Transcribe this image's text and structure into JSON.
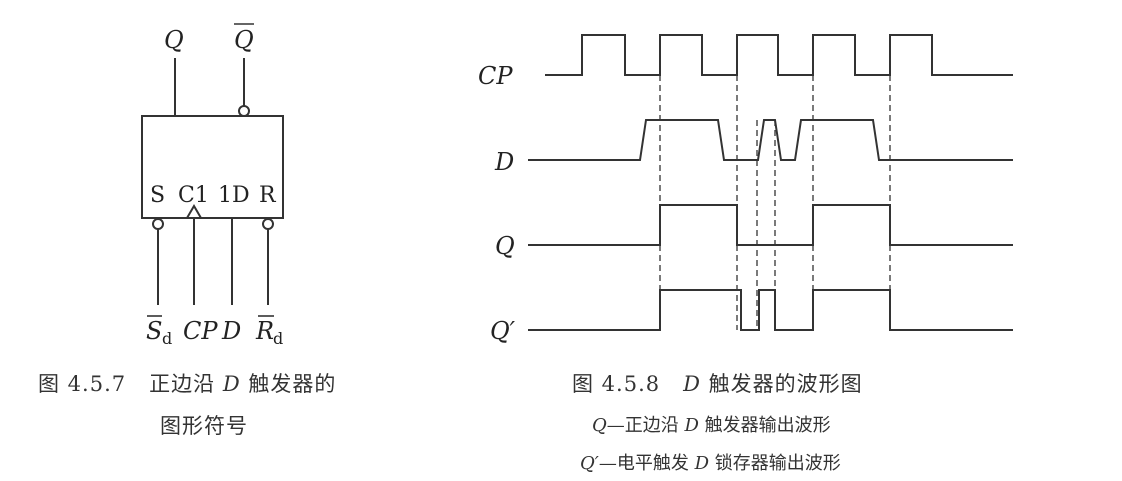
{
  "symbol": {
    "pin_top_q": "Q",
    "pin_top_qbar": "Q",
    "label_s": "S",
    "label_c1": "C1",
    "label_1d": "1D",
    "label_r": "R",
    "pin_sd_main": "S",
    "pin_sd_sub": "d",
    "pin_cp": "CP",
    "pin_d": "D",
    "pin_rd_main": "R",
    "pin_rd_sub": "d"
  },
  "caption_left": {
    "number": "图 4.5.7",
    "text_before": "正边沿 ",
    "text_var": "D",
    "text_after": " 触发器的",
    "line2": "图形符号"
  },
  "waveform": {
    "signals": [
      "CP",
      "D",
      "Q",
      "Q′"
    ],
    "cp": {
      "low_before": [
        545,
        582
      ],
      "pulses": [
        [
          582,
          625
        ],
        [
          660,
          702
        ],
        [
          737,
          778
        ],
        [
          813,
          855
        ],
        [
          890,
          932
        ]
      ],
      "end": 1013
    },
    "d": {
      "start": 528,
      "end": 1013,
      "high": [
        [
          640,
          718
        ],
        [
          758,
          775
        ],
        [
          795,
          873
        ]
      ],
      "slope": 6
    },
    "q": {
      "start": 528,
      "end": 1013,
      "high": [
        [
          660,
          737
        ],
        [
          813,
          890
        ]
      ]
    },
    "qp": {
      "start": 528,
      "end": 1013,
      "high": [
        [
          660,
          741
        ],
        [
          759,
          775
        ],
        [
          813,
          890
        ]
      ]
    },
    "dashed_x": [
      660,
      737,
      757,
      775,
      813,
      890
    ]
  },
  "caption_right": {
    "number": "图 4.5.8",
    "var": "D",
    "title_after": " 触发器的波形图",
    "line2_var": "Q",
    "line2_before": "—正边沿 ",
    "line2_var2": "D",
    "line2_after": " 触发器输出波形",
    "line3_var": "Q′",
    "line3_before": "—电平触发 ",
    "line3_var2": "D",
    "line3_after": " 锁存器输出波形"
  }
}
